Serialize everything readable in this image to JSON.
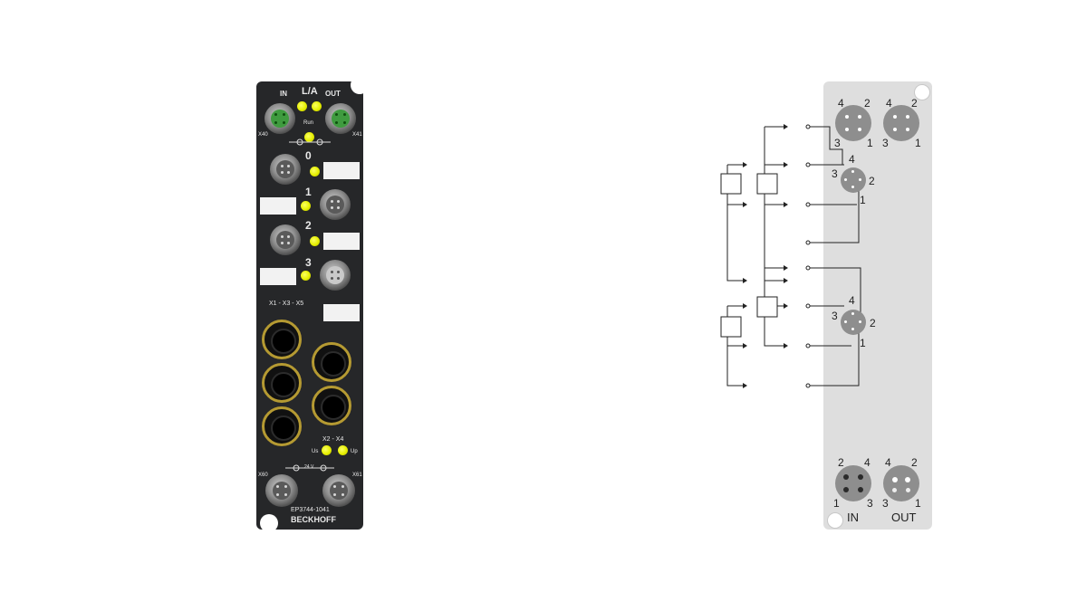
{
  "device": {
    "top_labels": {
      "in": "IN",
      "link_activity": "L/A",
      "out": "OUT"
    },
    "run_label": "Run",
    "port_labels": {
      "x40": "X40",
      "x41": "X41",
      "x60": "X60",
      "x61": "X61"
    },
    "channels": [
      "0",
      "1",
      "2",
      "3"
    ],
    "tube_group_1": "X1 - X3 - X5",
    "tube_group_2": "X2 - X4",
    "us_label": "Us",
    "up_label": "Up",
    "power_label": "24 V",
    "model": "EP3744-1041",
    "brand": "BECKHOFF",
    "colors": {
      "housing": "#262729",
      "led": "#e6ef00",
      "ring": "#b59a32",
      "ethercat_insert": "#3f9b3f"
    }
  },
  "diagram": {
    "top_conn_left_pins": {
      "p4": "4",
      "p2": "2",
      "p3": "3",
      "p1": "1"
    },
    "top_conn_right_pins": {
      "p4": "4",
      "p2": "2",
      "p3": "3",
      "p1": "1"
    },
    "ch_a_pins": {
      "p4": "4",
      "p3": "3",
      "p2": "2",
      "p1": "1"
    },
    "ch_b_pins": {
      "p4": "4",
      "p3": "3",
      "p2": "2",
      "p1": "1"
    },
    "bottom_in_pins": {
      "p2": "2",
      "p4": "4",
      "p1": "1",
      "p3": "3"
    },
    "bottom_out_pins": {
      "p4": "4",
      "p2": "2",
      "p3": "3",
      "p1": "1"
    },
    "in_label": "IN",
    "out_label": "OUT",
    "colors": {
      "plate": "#dedede",
      "connector": "#8e8e8e",
      "line": "#222222"
    }
  }
}
